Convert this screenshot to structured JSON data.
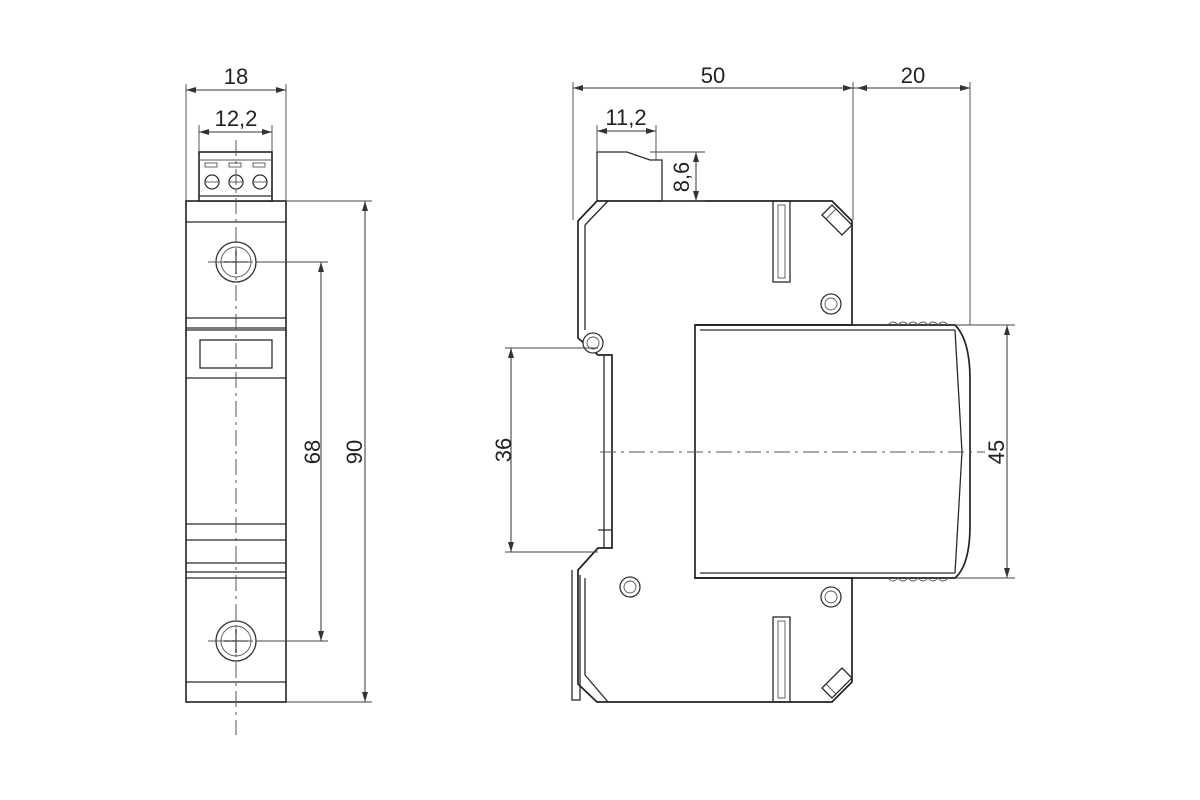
{
  "dimensions": {
    "front_width": "18",
    "terminal_width": "12,2",
    "mounting_pitch": "68",
    "total_height": "90",
    "side_depth": "50",
    "extra_depth": "20",
    "terminal_depth": "11,2",
    "terminal_height": "8,6",
    "din_rail_height": "36",
    "front_face_height": "45"
  }
}
